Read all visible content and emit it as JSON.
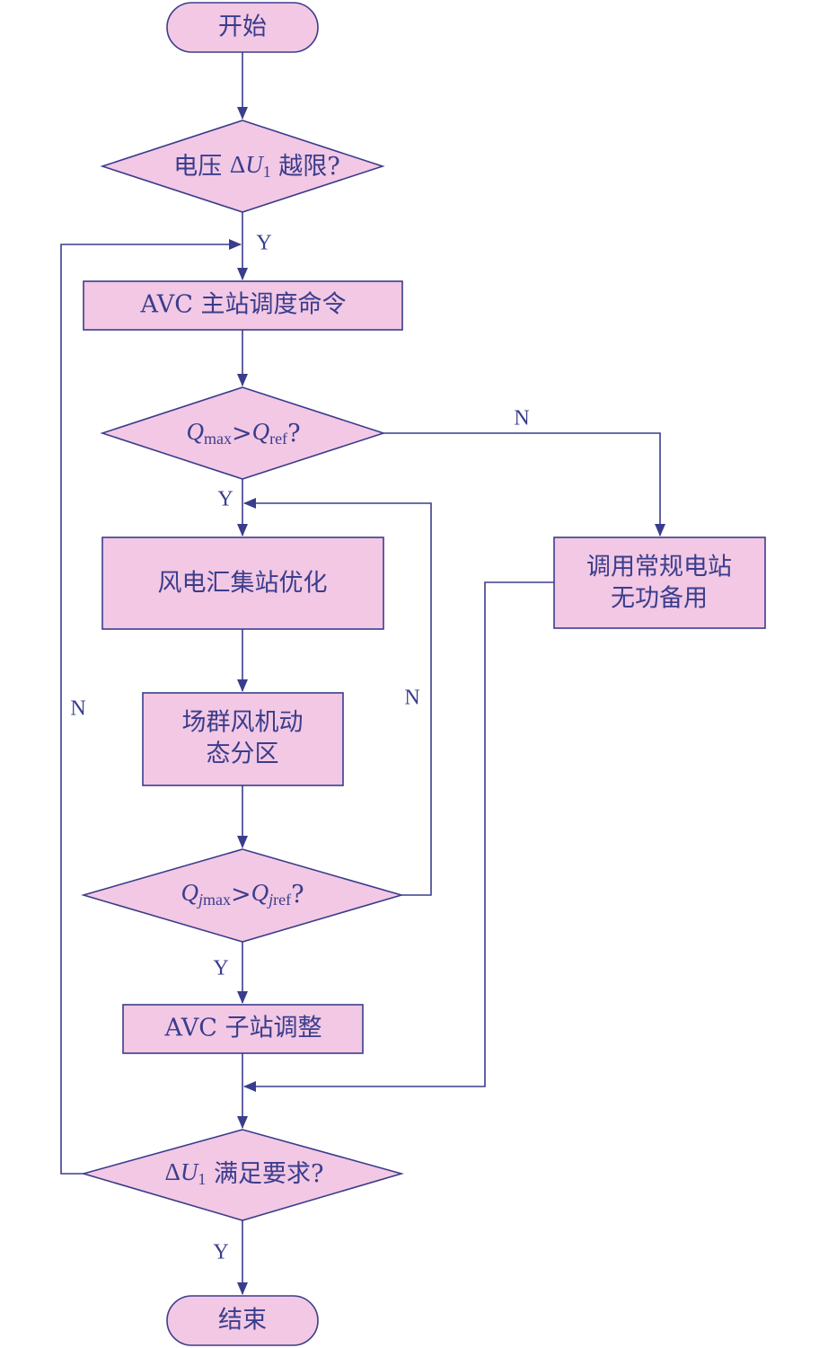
{
  "nodes": {
    "start": "开始",
    "voltage_check": {
      "pre": "电压 ",
      "delta": "Δ",
      "var": "U",
      "sub": "1",
      "post": " 越限?"
    },
    "avc_master": "AVC 主站调度命令",
    "qmax_check": {
      "q1": "Q",
      "s1": "max",
      "op": ">",
      "q2": "Q",
      "s2": "ref",
      "post": "?"
    },
    "wind_opt": "风电汇集站优化",
    "partition": {
      "line1": "场群风机动",
      "line2": "态分区"
    },
    "qjmax_check": {
      "q1": "Q",
      "s1a": "j",
      "s1b": "max",
      "op": ">",
      "q2": "Q",
      "s2a": "j",
      "s2b": "ref",
      "post": "?"
    },
    "conventional": {
      "line1": "调用常规电站",
      "line2": "无功备用"
    },
    "avc_sub": "AVC 子站调整",
    "u_check": {
      "delta": "Δ",
      "var": "U",
      "sub": "1",
      "post": " 满足要求?"
    },
    "end": "结束"
  },
  "edge_labels": {
    "y1": "Y",
    "y2": "Y",
    "y3": "Y",
    "y4": "Y",
    "n_qmax": "N",
    "n_qjmax": "N",
    "n_loop": "N"
  },
  "colors": {
    "fill": "#f2c8e4",
    "stroke": "#3a3d8c"
  }
}
